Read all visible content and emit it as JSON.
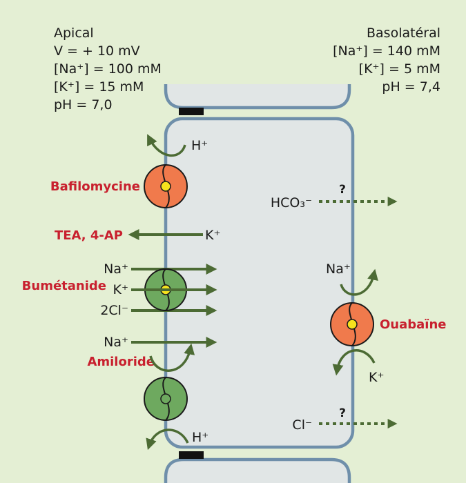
{
  "apical": {
    "title": "Apical",
    "voltage": "V = + 10 mV",
    "na": "[Na⁺] = 100 mM",
    "k": "[K⁺] = 15 mM",
    "ph": "pH = 7,0"
  },
  "basolateral": {
    "title": "Basolatéral",
    "na": "[Na⁺] = 140 mM",
    "k": "[K⁺] = 5 mM",
    "ph": "pH = 7,4"
  },
  "ions": {
    "h_top": "H⁺",
    "k_channel": "K⁺",
    "na_nkcc": "Na⁺",
    "k_nkcc": "K⁺",
    "cl_nkcc": "2Cl⁻",
    "na_enac": "Na⁺",
    "h_bottom": "H⁺",
    "hco3": "HCO₃⁻",
    "na_pump": "Na⁺",
    "k_pump": "K⁺",
    "cl_baso": "Cl⁻"
  },
  "drugs": {
    "bafilomycine": "Bafilomycine",
    "tea": "TEA, 4-AP",
    "bumetanide": "Bumétanide",
    "amiloride": "Amiloride",
    "ouabaine": "Ouabaïne"
  },
  "unknown_marks": {
    "hco3": "?",
    "cl": "?"
  },
  "colors": {
    "background": "#e4efd4",
    "cell_fill": "#e1e6e6",
    "membrane": "#6f8faa",
    "arrow": "#4c6b34",
    "pump_orange": "#f07a4c",
    "transporter_green": "#6ea95f",
    "drug_red": "#c8202e",
    "junction": "#111111"
  }
}
